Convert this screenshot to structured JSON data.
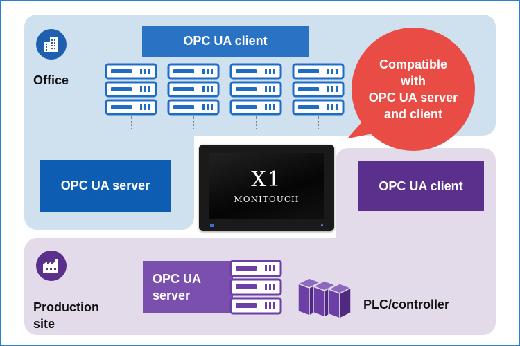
{
  "office": {
    "label": "Office",
    "icon": "office-building-icon",
    "client_box": {
      "label": "OPC UA client",
      "color": "#2a73c4"
    },
    "server_box": {
      "label": "OPC UA server",
      "color": "#0d5eb3"
    }
  },
  "callout": {
    "line1": "Compatible",
    "line2": "with",
    "line3": "OPC UA server",
    "line4": "and client",
    "color": "#e94b45"
  },
  "device": {
    "brand": "X1",
    "model": "MONITOUCH"
  },
  "production": {
    "label_line1": "Production",
    "label_line2": "site",
    "icon": "factory-icon",
    "client_box": {
      "label": "OPC UA client",
      "color": "#5b2f8c"
    },
    "server_box": {
      "line1": "OPC UA",
      "line2": "server",
      "color": "#7b4fae"
    },
    "plc_label": "PLC/controller"
  },
  "colors": {
    "office_bg": "#cfe0ef",
    "production_bg": "#e3dbe9",
    "office_accent": "#1f5fb0",
    "production_accent": "#5b2f8c"
  }
}
